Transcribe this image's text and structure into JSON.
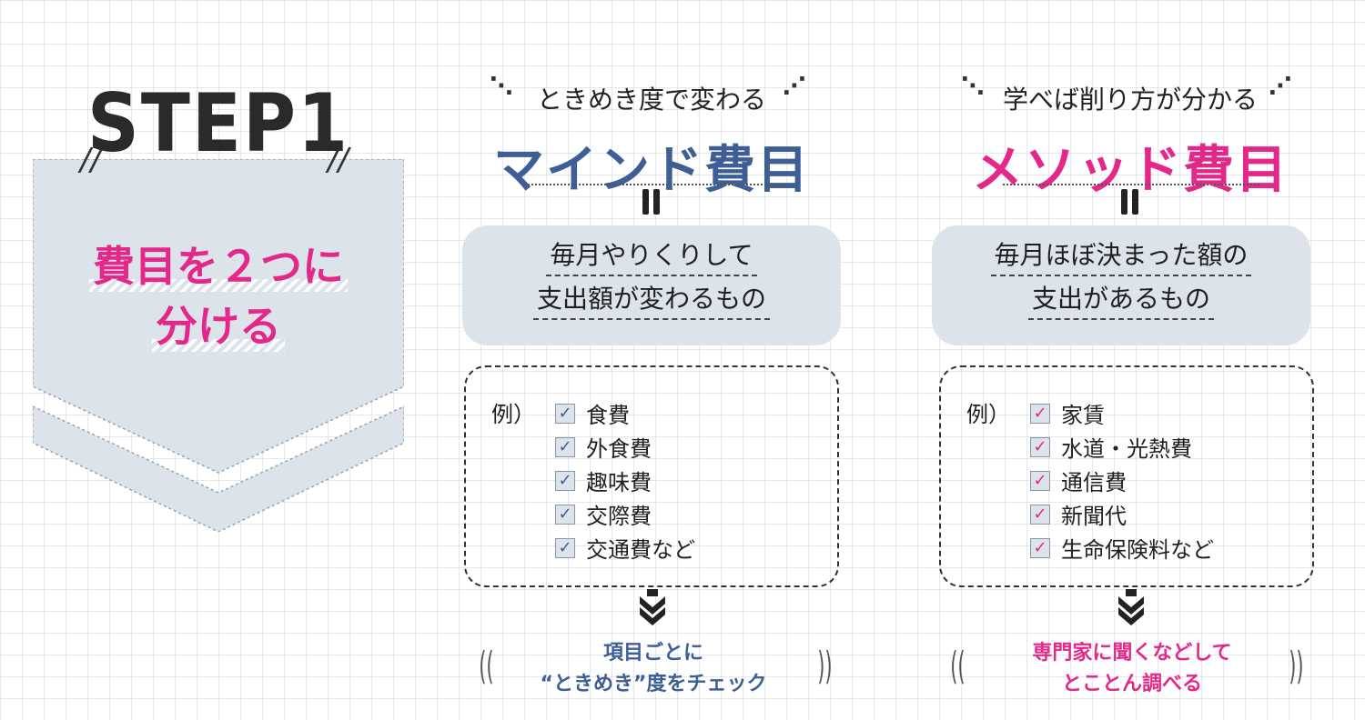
{
  "step": {
    "label": "STEP1",
    "heading_line1": "費目を２つに",
    "heading_line2": "分ける"
  },
  "mind": {
    "subtitle": "ときめき度で変わる",
    "title": "マインド費目",
    "definition_line1": "毎月やりくりして",
    "definition_line2": "支出額が変わるもの",
    "example_label": "例）",
    "examples": [
      "食費",
      "外食費",
      "趣味費",
      "交際費",
      "交通費など"
    ],
    "bottom_line1": "項目ごとに",
    "bottom_line2": "“ときめき”度をチェック"
  },
  "method": {
    "subtitle": "学べば削り方が分かる",
    "title": "メソッド費目",
    "definition_line1": "毎月ほぼ決まった額の",
    "definition_line2": "支出があるもの",
    "example_label": "例）",
    "examples": [
      "家賃",
      "水道・光熱費",
      "通信費",
      "新聞代",
      "生命保険料など"
    ],
    "bottom_line1": "専門家に聞くなどして",
    "bottom_line2": "とことん調べる"
  },
  "colors": {
    "mind_accent": "#3e5f95",
    "method_accent": "#e3288a",
    "panel_gray": "#dde3ea"
  },
  "icons": {
    "check": "check-icon",
    "equals": "equals-icon",
    "down_arrow": "double-chevron-down-icon"
  }
}
